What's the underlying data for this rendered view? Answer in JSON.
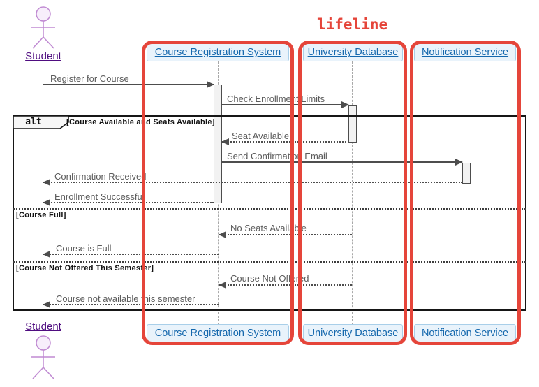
{
  "diagram": {
    "title": "lifeline",
    "actor": {
      "label": "Student"
    },
    "participants": [
      {
        "label": "Course Registration System"
      },
      {
        "label": "University Database"
      },
      {
        "label": "Notification Service"
      }
    ],
    "alt": {
      "operator": "alt",
      "conditions": [
        "[Course Available and Seats Available]",
        "[Course Full]",
        "[Course Not Offered This Semester]"
      ]
    },
    "messages": [
      {
        "label": "Register for Course",
        "from": "Student",
        "to": "Course Registration System",
        "style": "solid"
      },
      {
        "label": "Check Enrollment Limits",
        "from": "Course Registration System",
        "to": "University Database",
        "style": "solid"
      },
      {
        "label": "Seat Available",
        "from": "University Database",
        "to": "Course Registration System",
        "style": "dotted"
      },
      {
        "label": "Send Confirmation Email",
        "from": "Course Registration System",
        "to": "Notification Service",
        "style": "solid"
      },
      {
        "label": "Confirmation Received",
        "from": "Notification Service",
        "to": "Student",
        "style": "dotted"
      },
      {
        "label": "Enrollment Successful",
        "from": "Course Registration System",
        "to": "Student",
        "style": "dotted"
      },
      {
        "label": "No Seats Available",
        "from": "University Database",
        "to": "Course Registration System",
        "style": "dotted"
      },
      {
        "label": "Course is Full",
        "from": "Course Registration System",
        "to": "Student",
        "style": "dotted"
      },
      {
        "label": "Course Not Offered",
        "from": "University Database",
        "to": "Course Registration System",
        "style": "dotted"
      },
      {
        "label": "Course not available this semester",
        "from": "Course Registration System",
        "to": "Student",
        "style": "dotted"
      }
    ],
    "colors": {
      "highlight_red": "#e5453a",
      "participant_fill": "#e9f3fb",
      "participant_border": "#a9cfe9",
      "participant_text": "#1568ad",
      "actor_purple": "#c08ad2",
      "actor_label_text": "#4f0d80",
      "arrow_gray": "#4d4d4d"
    }
  }
}
